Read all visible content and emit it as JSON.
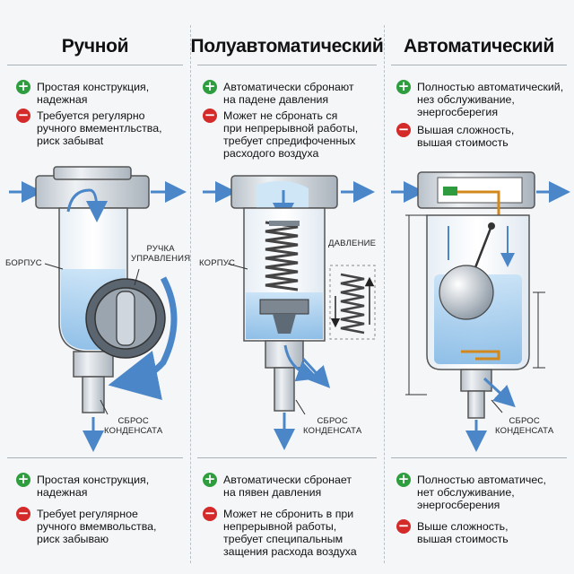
{
  "columns": [
    {
      "title": "Ручной",
      "top_items": [
        {
          "type": "plus",
          "text": "Простая конструкция,\nнадежная"
        },
        {
          "type": "minus",
          "text": "Требуется регулярно\nручного вмементльства,\nриск забываt"
        }
      ],
      "labels": {
        "body": "БОРПУС",
        "handle": "РУЧКА\nУПРАВЛЕНИЯ",
        "drain": "СБРОС\nКОНДЕНСАТА"
      },
      "bottom_items": [
        {
          "type": "plus",
          "text": "Простая конструкция,\nнадежная"
        },
        {
          "type": "minus",
          "text": "Требуеt регулярное\nручного вмемвольства,\nриск забываю"
        }
      ]
    },
    {
      "title": "Полуавтоматический",
      "top_items": [
        {
          "type": "plus",
          "text": "Автоматически сбронают\nна падене давления"
        },
        {
          "type": "minus",
          "text": "Может не сбронать ся\nпри непрерывной работы,\nтребует спредифоченных\nрасходого воздуха"
        }
      ],
      "labels": {
        "body": "КОРПУС",
        "pressure": "ДАВЛЕНИЕ",
        "drain": "СБРОС\nКОНДЕНСАТА"
      },
      "bottom_items": [
        {
          "type": "plus",
          "text": "Автоматически сбронает\nна пявен давления"
        },
        {
          "type": "minus",
          "text": "Может не сбронить в при\nнепрерывной работы,\nтребует специпальным\nзащения расхода воздуха"
        }
      ]
    },
    {
      "title": "Автоматический",
      "top_items": [
        {
          "type": "plus",
          "text": "Полностью автоматический,\nнез обслуживание,\nэнергосберегия"
        },
        {
          "type": "minus",
          "text": "Вышая сложность,\nвышая стоимость"
        }
      ],
      "labels": {
        "drain": "СБРОС\nКОНДЕНСАТА"
      },
      "bottom_items": [
        {
          "type": "plus",
          "text": "Полностью автоматичес,\nнет обслуживание,\nэнергосберения"
        },
        {
          "type": "minus",
          "text": "Выше сложность,\nвышая стоимость"
        }
      ]
    }
  ],
  "colors": {
    "plus": "#2e9d3e",
    "minus": "#d42a2a",
    "arrow": "#4a86c8",
    "water": "#9cc8ec",
    "metal": "#c9d0d7"
  }
}
